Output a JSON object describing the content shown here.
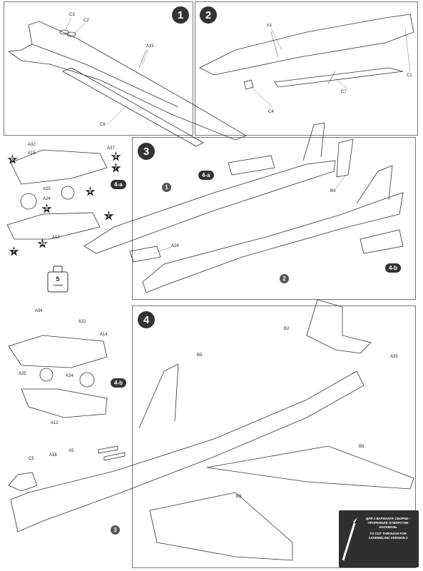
{
  "steps": {
    "s1": "1",
    "s2": "2",
    "s3": "3",
    "s4": "4"
  },
  "labels": {
    "C3": "C3",
    "C2": "C2",
    "A31": "A31",
    "C6": "C6",
    "A1": "A1",
    "C1": "C1",
    "C7": "C7",
    "C4": "C4",
    "A32": "A32",
    "A15": "A15",
    "A37": "A37",
    "A25": "A25",
    "A24": "A24",
    "A13": "A13",
    "A28": "A28",
    "B4": "B4",
    "A34": "A34",
    "A32b": "A32",
    "A14": "A14",
    "A25b": "A25",
    "A24b": "A24",
    "A12": "A12",
    "B2": "B2",
    "A35": "A35",
    "B5": "B5",
    "B6": "B6",
    "A5": "A5",
    "A38": "A38",
    "C5": "C5",
    "B3": "B3"
  },
  "badges": {
    "b4a_left": "4-a",
    "b4b_right": "4-b",
    "b4a_mid": "4-a",
    "b4b_mid": "4-b",
    "c1": "1",
    "c2": "2",
    "c3": "3"
  },
  "stars": {
    "s6": "6",
    "s7a": "7",
    "s8a": "8",
    "s8b": "8",
    "s7b": "7",
    "s7c": "7",
    "s8c": "8",
    "s30": "30",
    "s8d": "8"
  },
  "glue": {
    "amount": "5",
    "unit": "Грамм"
  },
  "note": {
    "ru": "ДЛЯ 2 ВАРИАНТА СБОРКИ - ПРОРЕЖЬТЕ ОТВЕРСТИЕ НАСКВОЗЬ",
    "en": "TO CUT THROUGH FOR ASSEMBLING VERSION 2"
  }
}
